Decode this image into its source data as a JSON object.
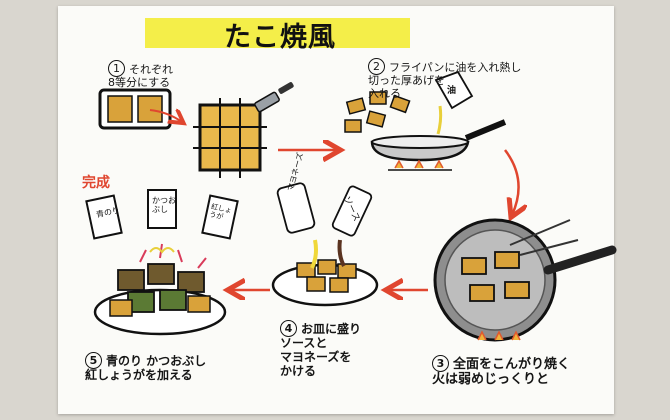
{
  "title": "たこ焼風",
  "steps": [
    {
      "number": "1",
      "text": "それぞれ\n8等分にする"
    },
    {
      "number": "2",
      "text": "フライパンに油を入れ熱し\n切った厚あげを\n入れる"
    },
    {
      "number": "3",
      "text": "全面をこんがり焼く\n火は弱めじっくりと"
    },
    {
      "number": "4",
      "text": "お皿に盛り\nソースと\nマヨネーズを\nかける"
    },
    {
      "number": "5",
      "text": "青のり かつおぶし\n紅しょうがを加える"
    }
  ],
  "labels": {
    "oil": "油",
    "mayonnaise": "マヨネーズ",
    "sauce": "ソース",
    "complete": "完成",
    "aonori": "青のり",
    "katsuobushi": "かつお\nぶし",
    "benishoga": "紅しょうが"
  },
  "colors": {
    "title_highlight": "#f4ee49",
    "arrow": "#e0462f",
    "tofu_fried": "#d9a23a",
    "tofu_inner": "#f0c15a"
  }
}
